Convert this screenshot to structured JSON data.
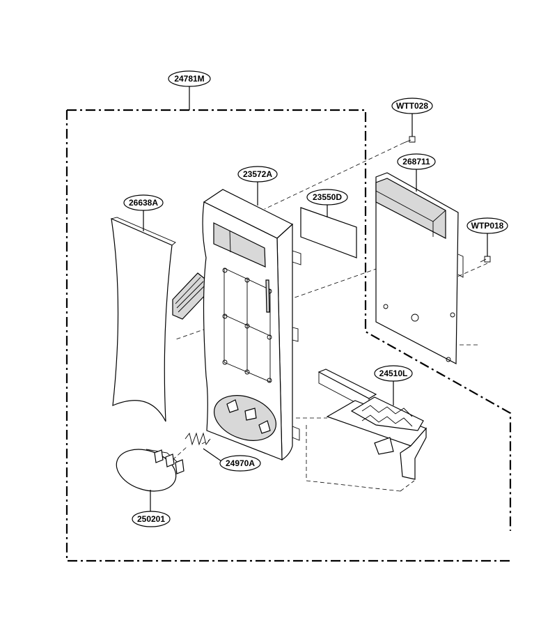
{
  "labels": {
    "assembly": "24781M",
    "screw_top": "WTT028",
    "pcb": "268711",
    "screw_right": "WTP018",
    "panel": "23572A",
    "window": "23550D",
    "membrane": "26638A",
    "latch": "24510L",
    "spring": "24970A",
    "button": "250201"
  }
}
